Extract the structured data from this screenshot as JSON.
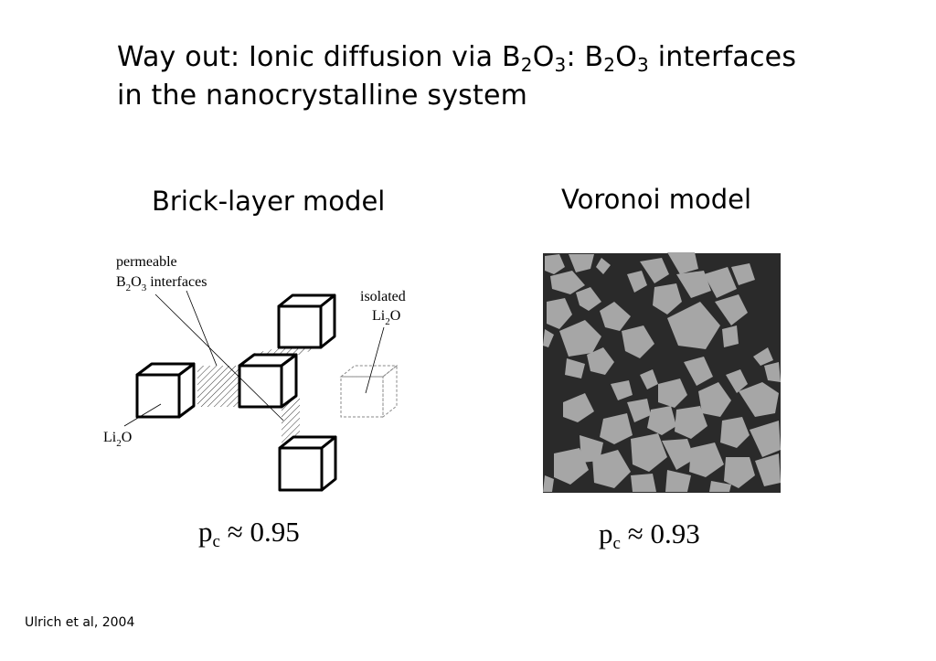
{
  "title": {
    "line1_a": "Way out: Ionic diffusion via B",
    "sub1": "2",
    "line1_b": "O",
    "sub2": "3",
    "line1_c": ": B",
    "sub3": "2",
    "line1_d": "O",
    "sub4": "3",
    "line1_e": " interfaces",
    "line2": "in the nanocrystalline system"
  },
  "brick_layer": {
    "heading": "Brick-layer model",
    "label_permeable": "permeable",
    "label_b": "B",
    "label_b_sub": "2",
    "label_o": "O",
    "label_o_sub": "3",
    "label_interfaces": "interfaces",
    "label_isolated": "isolated",
    "label_li": "Li",
    "label_li_sub": "2",
    "label_li_o": "O",
    "label_li2o_left_li": "Li",
    "label_li2o_left_sub": "2",
    "label_li2o_left_o": "O",
    "pc_symbol": "p",
    "pc_sub": "c",
    "pc_value": " ≈ 0.95"
  },
  "voronoi": {
    "heading": "Voronoi model",
    "pc_symbol": "p",
    "pc_sub": "c",
    "pc_value": " ≈ 0.93",
    "colors": {
      "background": "#2a2a2a",
      "grains": "#a6a6a6"
    }
  },
  "citation": "Ulrich et al, 2004"
}
